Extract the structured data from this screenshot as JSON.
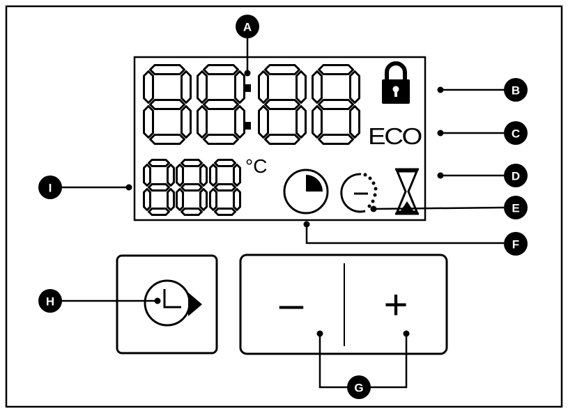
{
  "display": {
    "clock_digits": "88:88",
    "temp_digits": "888",
    "temp_unit": "°C",
    "eco_label": "ECO",
    "icons": [
      "lock-icon",
      "eco-icon",
      "hourglass-icon",
      "timer-pie-icon",
      "minute-minder-icon"
    ]
  },
  "controls": {
    "clock_button_icon": "clock-arrow-icon",
    "minus_label": "–",
    "plus_label": "+"
  },
  "callouts": {
    "A": "A",
    "B": "B",
    "C": "C",
    "D": "D",
    "E": "E",
    "F": "F",
    "G": "G",
    "H": "H",
    "I": "I"
  },
  "colors": {
    "ink": "#000000",
    "paper": "#ffffff"
  }
}
